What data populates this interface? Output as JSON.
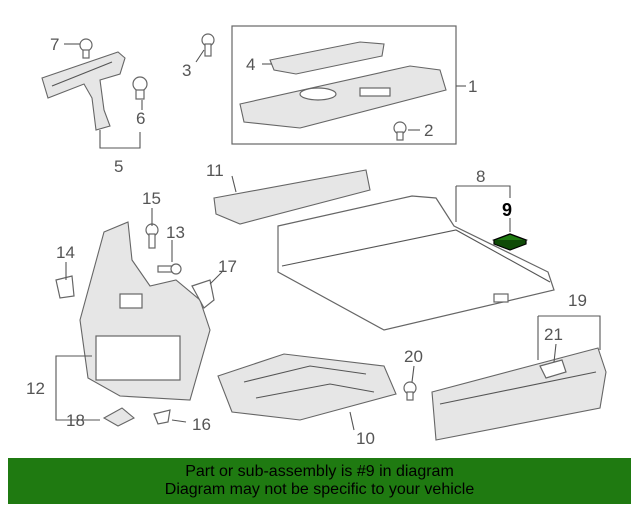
{
  "diagram": {
    "callouts": [
      {
        "id": "c1",
        "text": "1"
      },
      {
        "id": "c2",
        "text": "2"
      },
      {
        "id": "c3",
        "text": "3"
      },
      {
        "id": "c4",
        "text": "4"
      },
      {
        "id": "c5",
        "text": "5"
      },
      {
        "id": "c6",
        "text": "6"
      },
      {
        "id": "c7",
        "text": "7"
      },
      {
        "id": "c8",
        "text": "8"
      },
      {
        "id": "c9",
        "text": "9"
      },
      {
        "id": "c10",
        "text": "10"
      },
      {
        "id": "c11",
        "text": "11"
      },
      {
        "id": "c12",
        "text": "12"
      },
      {
        "id": "c13",
        "text": "13"
      },
      {
        "id": "c14",
        "text": "14"
      },
      {
        "id": "c15",
        "text": "15"
      },
      {
        "id": "c16",
        "text": "16"
      },
      {
        "id": "c17",
        "text": "17"
      },
      {
        "id": "c18",
        "text": "18"
      },
      {
        "id": "c19",
        "text": "19"
      },
      {
        "id": "c20",
        "text": "20"
      },
      {
        "id": "c21",
        "text": "21"
      }
    ],
    "highlighted_part": "9",
    "highlight_color": "#1f7a11"
  },
  "banner": {
    "line1": "Part or sub-assembly is #9 in diagram",
    "line2": "Diagram may not be specific to your vehicle",
    "background": "#1f7a11"
  }
}
